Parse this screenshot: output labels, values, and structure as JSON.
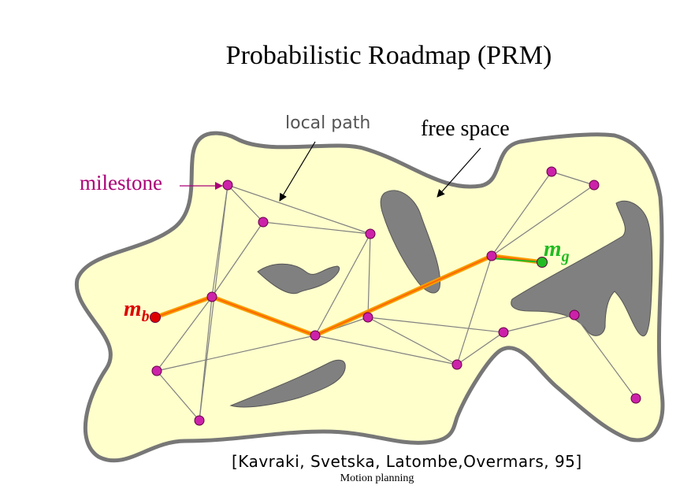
{
  "title": "Probabilistic Roadmap (PRM)",
  "labels": {
    "local_path": "local path",
    "free_space": "free space",
    "milestone": "milestone",
    "goal": "mg",
    "start": "mb"
  },
  "citation": "[Kavraki, Svetska, Latombe,Overmars, 95]",
  "footer": "Motion planning",
  "colors": {
    "free_space_fill": "#ffffcc",
    "boundary": "#777777",
    "obstacle": "#808080",
    "milestone_node": "#cc22aa",
    "roadmap_edge": "#808080",
    "path_outer": "#f5a000",
    "path_inner": "#ff6600",
    "start_node": "#dd0000",
    "goal_node": "#22bb22",
    "milestone_label": "#aa0077",
    "goal_label": "#22bb22",
    "start_label": "#dd0000"
  }
}
